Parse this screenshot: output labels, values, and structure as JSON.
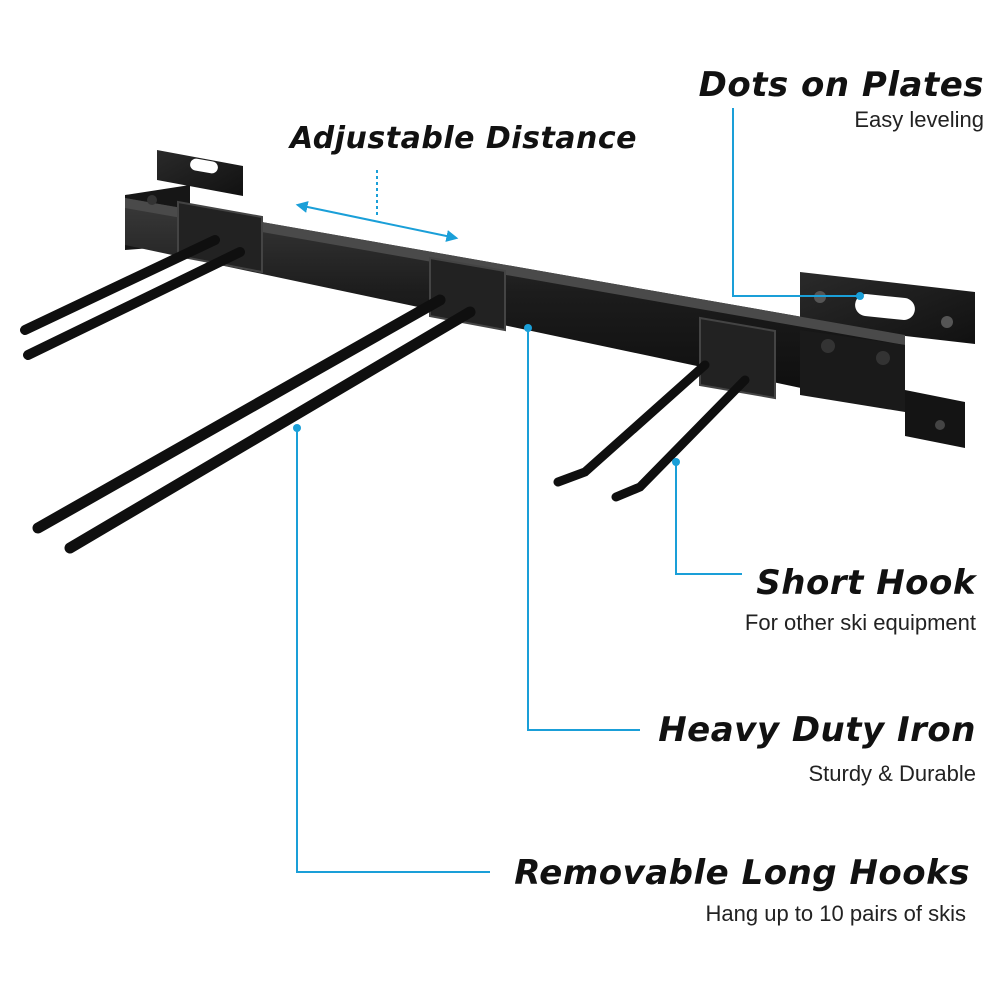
{
  "accent_color": "#1a9fd8",
  "callouts": [
    {
      "id": "dots",
      "title": "Dots on Plates",
      "subtitle": "Easy leveling"
    },
    {
      "id": "adjust",
      "title": "Adjustable Distance"
    },
    {
      "id": "short",
      "title": "Short Hook",
      "subtitle": "For other ski equipment"
    },
    {
      "id": "iron",
      "title": "Heavy Duty Iron",
      "subtitle": "Sturdy & Durable"
    },
    {
      "id": "long",
      "title": "Removable Long Hooks",
      "subtitle": "Hang up to 10 pairs of skis"
    }
  ]
}
